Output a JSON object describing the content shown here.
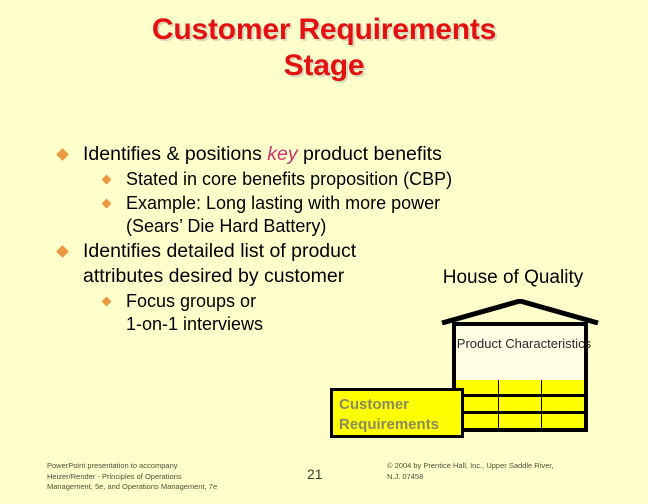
{
  "slide": {
    "title_line1": "Customer Requirements",
    "title_line2": "Stage",
    "title_color": "#e41111",
    "background_color": "#ffffcc"
  },
  "bullets": {
    "b1_pre": "Identifies & positions ",
    "b1_key": "key",
    "b1_post": " product benefits",
    "b2": "Stated in core benefits proposition (CBP)",
    "b3_line1": "Example: Long lasting with more power",
    "b3_line2": "(Sears’ Die Hard Battery)",
    "b4": "Identifies detailed list of product attributes desired by customer",
    "b5_line1": "Focus groups or",
    "b5_line2": "1-on-1 interviews"
  },
  "diagram": {
    "title": "House of Quality",
    "product_characteristics": "Product Characteristics",
    "customer_requirements_line1": "Customer",
    "customer_requirements_line2": "Requirements",
    "matrix_rows": 3,
    "matrix_cols": 3,
    "cell_color": "#ffff00",
    "border_color": "#000000",
    "cr_text_color": "#8a8a61"
  },
  "footer": {
    "left_line1": "PowerPoint presentation to accompany",
    "left_line2": "Heizer/Render - Principles of Operations",
    "left_line3": "Management, 5e, and Operations Management, 7e",
    "page_number": "21",
    "right_line1": "© 2004 by Prentice Hall, Inc., Upper Saddle River,",
    "right_line2": "N.J. 07458"
  }
}
